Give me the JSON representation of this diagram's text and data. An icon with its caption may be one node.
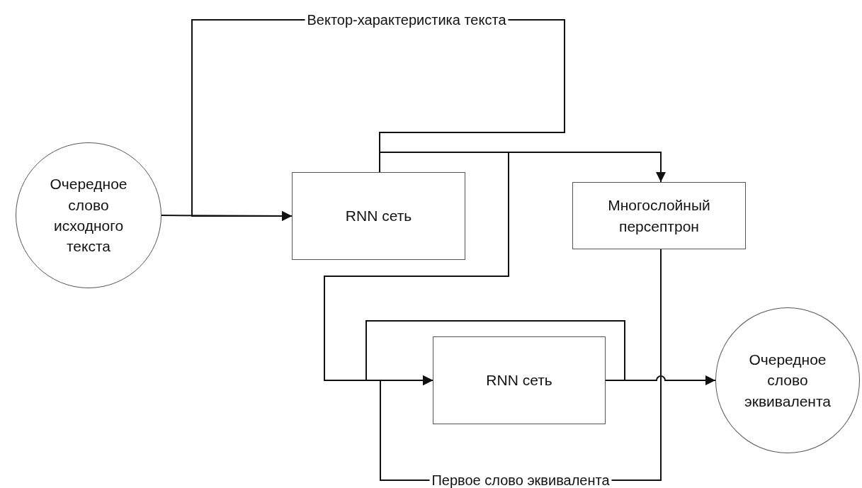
{
  "diagram": {
    "nodes": [
      {
        "text": [
          "Очередное слово исходного текста"
        ]
      },
      {
        "text": [
          "RNN сеть"
        ]
      },
      {
        "text": [
          "Многослойный персептрон"
        ]
      },
      {
        "text": [
          "RNN сеть"
        ]
      },
      {
        "text": [
          "Очередное слово эквивалента"
        ]
      }
    ],
    "edges": [
      {
        "from": 0,
        "to": 1,
        "arrow": "to"
      },
      {
        "from": 1,
        "to": 1,
        "arrow": "to",
        "label": "Вектор-характеристика текста"
      },
      {
        "from": 1,
        "to": 2,
        "arrow": "to"
      },
      {
        "from": 1,
        "to": 3,
        "arrow": "to"
      },
      {
        "from": 3,
        "to": 3,
        "arrow": "to"
      },
      {
        "from": 3,
        "to": 4,
        "arrow": "to"
      },
      {
        "from": 2,
        "to": 3,
        "arrow": "to",
        "label": "Первое слово эквивалента"
      }
    ]
  }
}
